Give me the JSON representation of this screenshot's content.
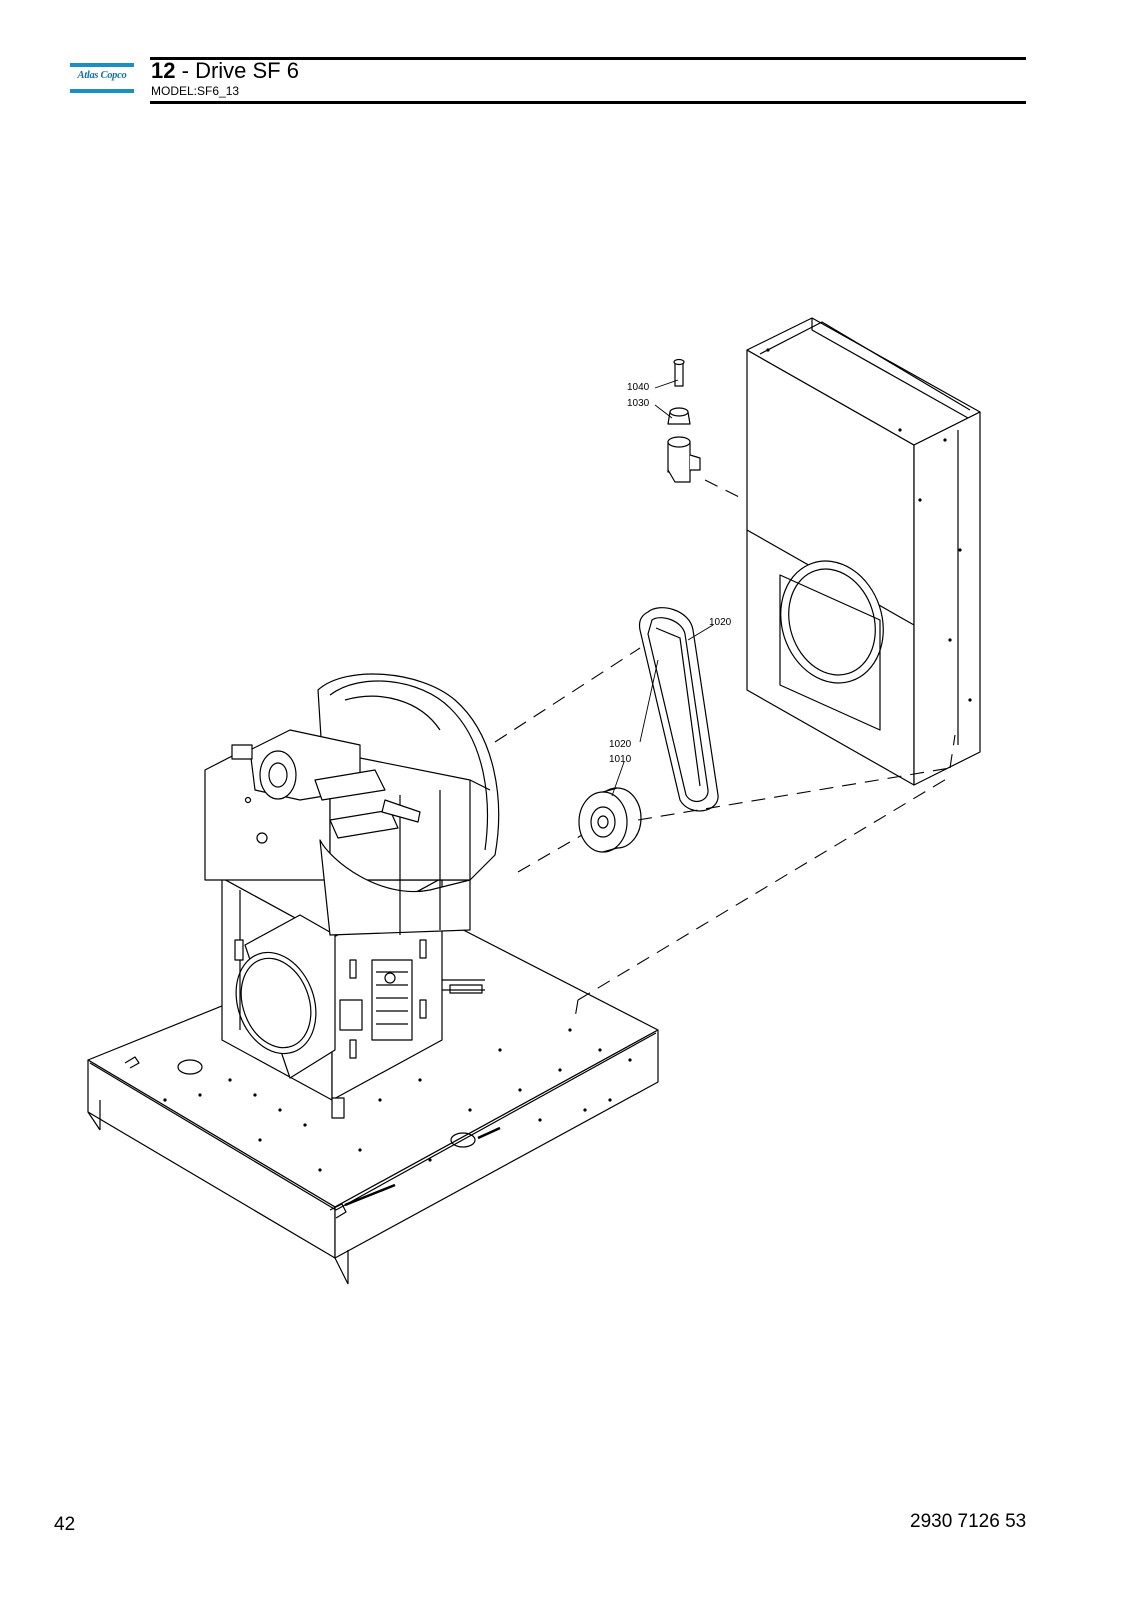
{
  "brand": {
    "logo_text": "Atlas Copco",
    "accent_color": "#1a8fc4"
  },
  "header": {
    "section_number": "12",
    "separator": "-",
    "section_title": "Drive SF 6",
    "model": "MODEL:SF6_13"
  },
  "drawing": {
    "callouts": [
      {
        "id": "1040",
        "label": "1040"
      },
      {
        "id": "1030",
        "label": "1030"
      },
      {
        "id": "1020a",
        "label": "1020"
      },
      {
        "id": "1020b",
        "label": "1020"
      },
      {
        "id": "1010",
        "label": "1010"
      }
    ]
  },
  "footer": {
    "page_number": "42",
    "document_number": "2930 7126 53"
  }
}
